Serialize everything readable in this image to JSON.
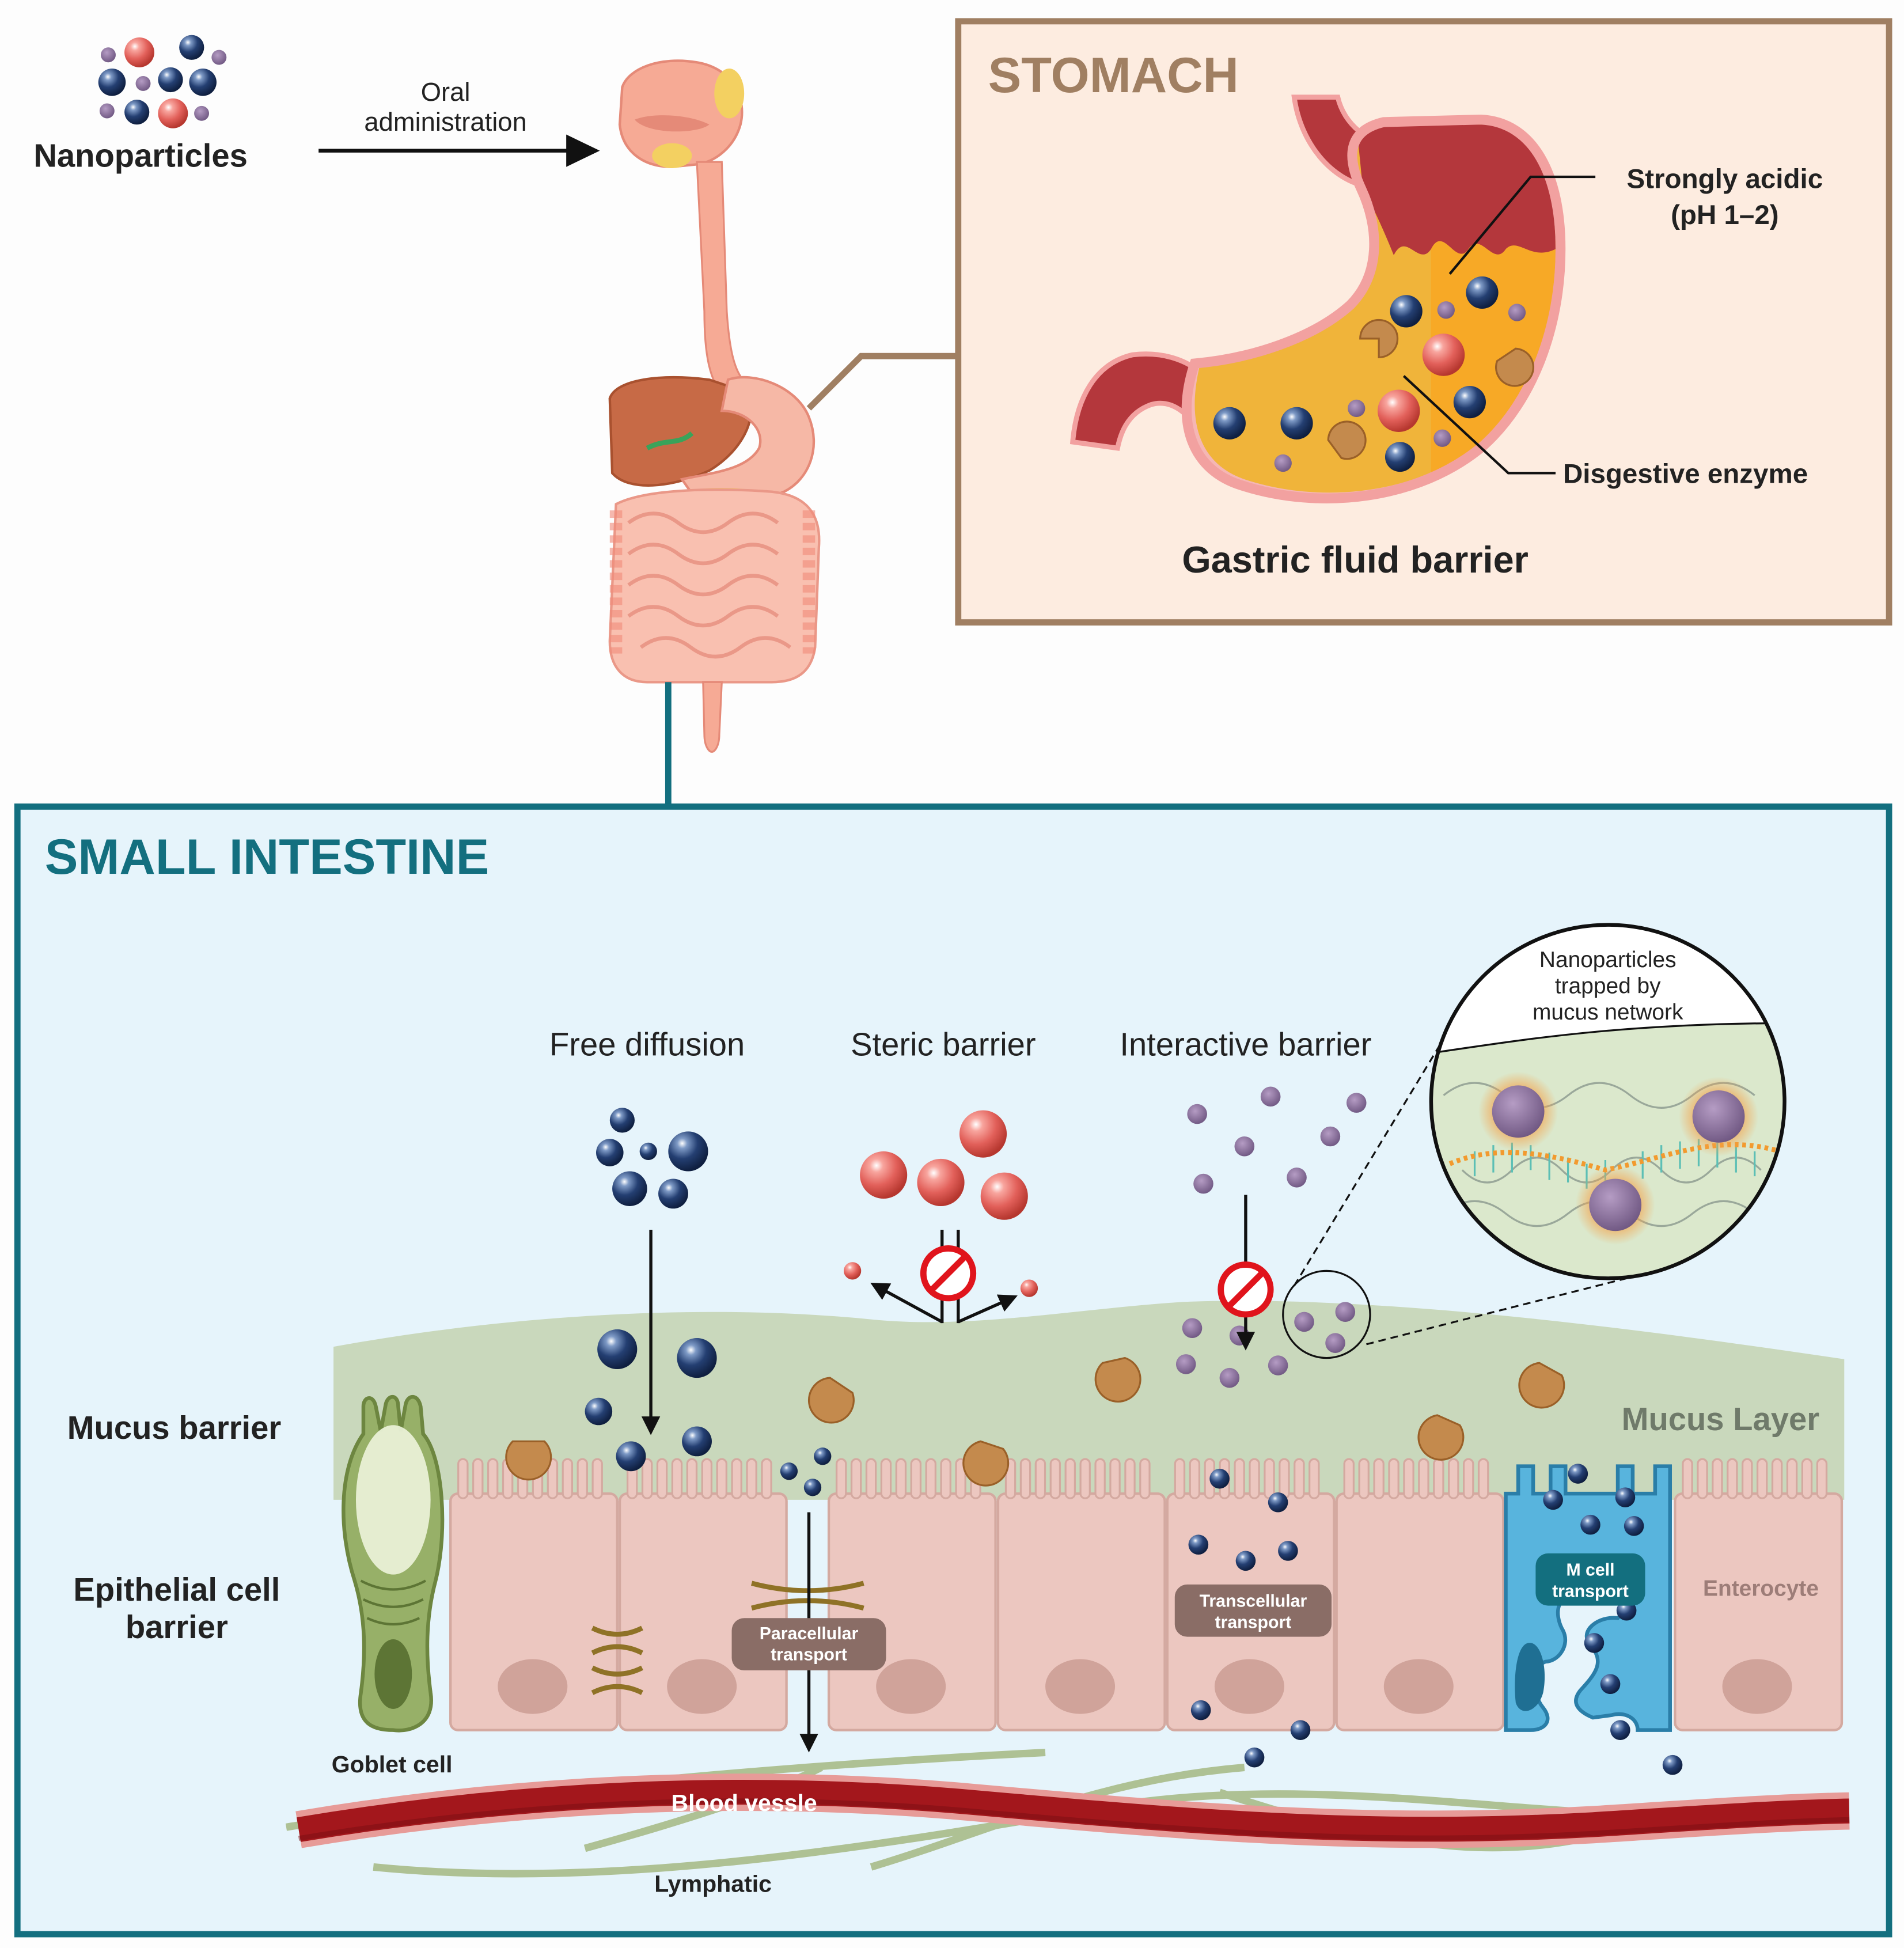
{
  "header": {
    "nanoparticles_label": "Nanoparticles",
    "oral_line1": "Oral",
    "oral_line2": "administration"
  },
  "stomach": {
    "title": "STOMACH",
    "acid_line1": "Strongly acidic",
    "acid_line2": "(pH 1–2)",
    "enzyme_label": "Disgestive enzyme",
    "barrier_label": "Gastric fluid barrier"
  },
  "intestine": {
    "title": "SMALL INTESTINE",
    "free_diffusion": "Free diffusion",
    "steric_barrier": "Steric barrier",
    "interactive_barrier": "Interactive barrier",
    "inset_line1": "Nanoparticles",
    "inset_line2": "trapped by",
    "inset_line3": "mucus network",
    "mucus_barrier": "Mucus barrier",
    "epithelial_line1": "Epithelial cell",
    "epithelial_line2": "barrier",
    "mucus_layer": "Mucus Layer",
    "goblet_cell": "Goblet cell",
    "paracellular_line1": "Paracellular",
    "paracellular_line2": "transport",
    "transcellular_line1": "Transcellular",
    "transcellular_line2": "transport",
    "mcell_line1": "M cell",
    "mcell_line2": "transport",
    "enterocyte": "Enterocyte",
    "blood_vessle": "Blood vessle",
    "lymphatic": "Lymphatic"
  },
  "colors": {
    "stomach_border": "#a07f62",
    "stomach_bg": "#fdece0",
    "intestine_border": "#136f7f",
    "intestine_bg": "#e6f4fb",
    "np_blue": "#1f3a6a",
    "np_red": "#e2605a",
    "np_purple": "#8c729c",
    "enzyme": "#c07a32",
    "mucus": "#c9d8bc",
    "cell": "#ecc7c0",
    "goblet": "#8aa15a",
    "mcell": "#3a9cc8",
    "blood": "#b51c22",
    "lymph": "#a7bb88"
  }
}
